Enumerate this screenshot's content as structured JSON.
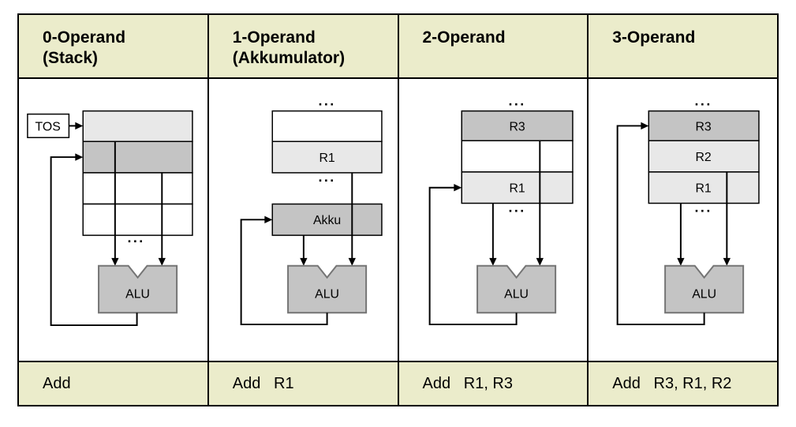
{
  "glyphs": {
    "dots": "..."
  },
  "colors": {
    "header_bg": "#ebeccb",
    "cell_light": "#e8e8e8",
    "cell_dark": "#c4c4c4",
    "cell_white": "#ffffff",
    "alu_fill": "#c4c4c4",
    "alu_border": "#757575",
    "line": "#000000"
  },
  "columns": [
    {
      "header": {
        "title": "0-Operand",
        "subtitle": "(Stack)"
      },
      "instruction": "Add",
      "tos_label": "TOS",
      "alu_label": "ALU",
      "registers": [
        {
          "label": ""
        },
        {
          "label": ""
        },
        {
          "label": ""
        },
        {
          "label": ""
        }
      ]
    },
    {
      "header": {
        "title": "1-Operand",
        "subtitle": "(Akkumulator)"
      },
      "instruction": "Add   R1",
      "akku_label": "Akku",
      "alu_label": "ALU",
      "registers": [
        {
          "label": ""
        },
        {
          "label": "R1"
        }
      ]
    },
    {
      "header": {
        "title": "2-Operand",
        "subtitle": ""
      },
      "instruction": "Add   R1, R3",
      "alu_label": "ALU",
      "registers": [
        {
          "label": "R3"
        },
        {
          "label": ""
        },
        {
          "label": "R1"
        }
      ]
    },
    {
      "header": {
        "title": "3-Operand",
        "subtitle": ""
      },
      "instruction": "Add   R3, R1, R2",
      "alu_label": "ALU",
      "registers": [
        {
          "label": "R3"
        },
        {
          "label": "R2"
        },
        {
          "label": "R1"
        }
      ]
    }
  ]
}
